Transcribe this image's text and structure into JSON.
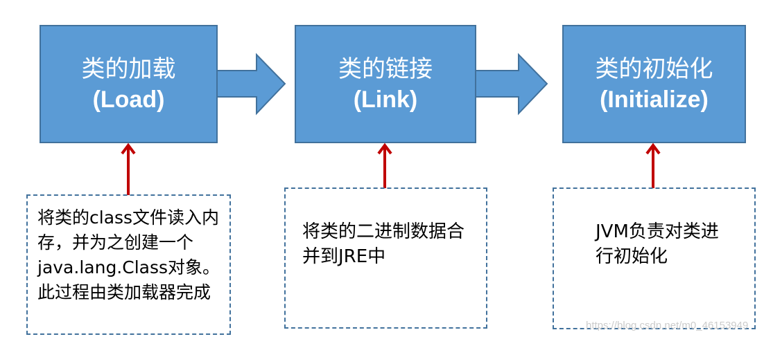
{
  "stages": [
    {
      "title": "类的加载",
      "subtitle": "(Load)"
    },
    {
      "title": "类的链接",
      "subtitle": "(Link)"
    },
    {
      "title": "类的初始化",
      "subtitle": "(Initialize)"
    }
  ],
  "notes": [
    "将类的class文件读入内存，并为之创建一个java.lang.Class对象。此过程由类加载器完成",
    "将类的二进制数据合并到JRE中",
    "JVM负责对类进行初始化"
  ],
  "watermark": "https://blog.csdn.net/m0_46153949",
  "colors": {
    "box": "#5b9bd5",
    "border": "#41719c",
    "red_arrow": "#c00000"
  }
}
